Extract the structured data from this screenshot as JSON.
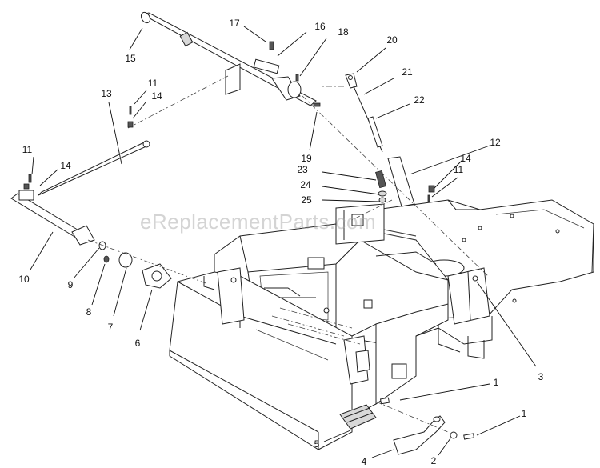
{
  "watermark": "eReplacementParts.com",
  "callouts": [
    {
      "id": "c17",
      "text": "17"
    },
    {
      "id": "c16",
      "text": "16"
    },
    {
      "id": "c18",
      "text": "18"
    },
    {
      "id": "c20",
      "text": "20"
    },
    {
      "id": "c15",
      "text": "15"
    },
    {
      "id": "c21",
      "text": "21"
    },
    {
      "id": "c11a",
      "text": "11"
    },
    {
      "id": "c14a",
      "text": "14"
    },
    {
      "id": "c13",
      "text": "13"
    },
    {
      "id": "c22",
      "text": "22"
    },
    {
      "id": "c19",
      "text": "19"
    },
    {
      "id": "c12",
      "text": "12"
    },
    {
      "id": "c11b",
      "text": "11"
    },
    {
      "id": "c14b",
      "text": "14"
    },
    {
      "id": "c23",
      "text": "23"
    },
    {
      "id": "c14c",
      "text": "14"
    },
    {
      "id": "c11c",
      "text": "11"
    },
    {
      "id": "c24",
      "text": "24"
    },
    {
      "id": "c25",
      "text": "25"
    },
    {
      "id": "c10",
      "text": "10"
    },
    {
      "id": "c9",
      "text": "9"
    },
    {
      "id": "c8",
      "text": "8"
    },
    {
      "id": "c7",
      "text": "7"
    },
    {
      "id": "c6",
      "text": "6"
    },
    {
      "id": "c3",
      "text": "3"
    },
    {
      "id": "c1a",
      "text": "1"
    },
    {
      "id": "c1b",
      "text": "1"
    },
    {
      "id": "c5",
      "text": "5"
    },
    {
      "id": "c2",
      "text": "2"
    },
    {
      "id": "c4",
      "text": "4"
    }
  ]
}
